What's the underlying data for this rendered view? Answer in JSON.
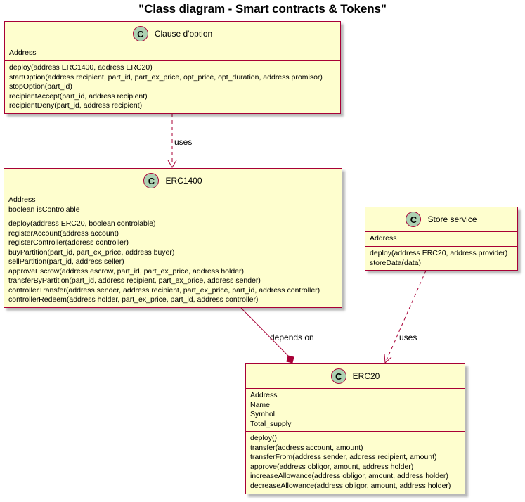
{
  "title": "\"Class diagram - Smart contracts & Tokens\"",
  "classes": {
    "clause": {
      "badge": "C",
      "name": "Clause d'option",
      "attributes": [
        "Address"
      ],
      "methods": [
        "deploy(address ERC1400, address ERC20)",
        "startOption(address recipient, part_id, part_ex_price, opt_price, opt_duration, address promisor)",
        "stopOption(part_id)",
        "recipientAccept(part_id, address recipient)",
        "recipientDeny(part_id, address recipient)"
      ]
    },
    "erc1400": {
      "badge": "C",
      "name": "ERC1400",
      "attributes": [
        "Address",
        "boolean isControlable"
      ],
      "methods": [
        "deploy(address ERC20, boolean controlable)",
        "registerAccount(address account)",
        "registerController(address controller)",
        "buyPartition(part_id, part_ex_price, address buyer)",
        "sellPartition(part_id, address seller)",
        "approveEscrow(address escrow, part_id, part_ex_price, address holder)",
        "transferByPartition(part_id, address recipient, part_ex_price, address sender)",
        "controllerTransfer(address sender, address recipient, part_ex_price, part_id, address controller)",
        "controllerRedeem(address holder, part_ex_price, part_id, address controller)"
      ]
    },
    "store": {
      "badge": "C",
      "name": "Store service",
      "attributes": [
        "Address"
      ],
      "methods": [
        "deploy(address ERC20, address provider)",
        "storeData(data)"
      ]
    },
    "erc20": {
      "badge": "C",
      "name": "ERC20",
      "attributes": [
        "Address",
        "Name",
        "Symbol",
        "Total_supply"
      ],
      "methods": [
        "deploy()",
        "transfer(address account, amount)",
        "transferFrom(address sender, address recipient, amount)",
        "approve(address obligor, amount, address holder)",
        "increaseAllowance(address obligor, amount, address holder)",
        "decreaseAllowance(address obligor, amount, address holder)"
      ]
    }
  },
  "relations": {
    "clause_erc1400": "uses",
    "erc1400_erc20": "depends on",
    "store_erc20": "uses"
  },
  "colors": {
    "class_fill": "#FEFECE",
    "border": "#A80036",
    "badge_fill": "#ADD1B2"
  }
}
